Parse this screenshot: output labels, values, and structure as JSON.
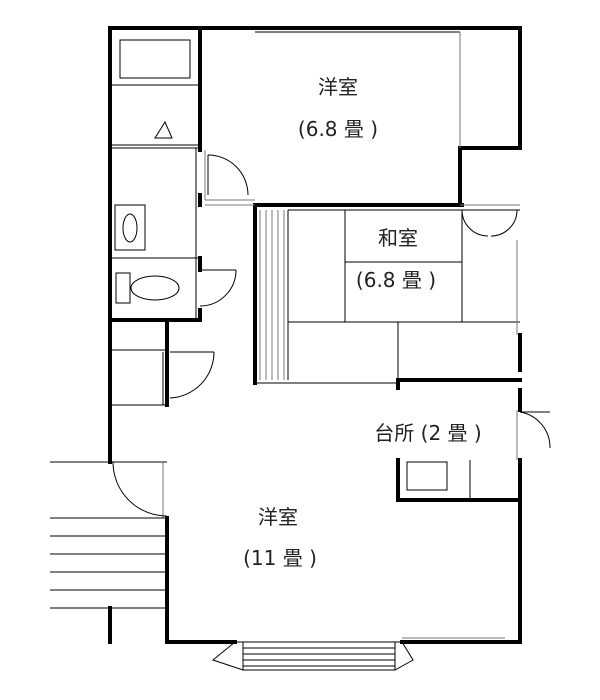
{
  "rooms": {
    "western_room_north": {
      "name": "洋室",
      "size": "(6.8 畳 )"
    },
    "japanese_room": {
      "name": "和室",
      "size": "(6.8 畳 )"
    },
    "kitchen": {
      "label": "台所 (2 畳 )"
    },
    "western_room_south": {
      "name": "洋室",
      "size": "(11 畳 )"
    }
  }
}
